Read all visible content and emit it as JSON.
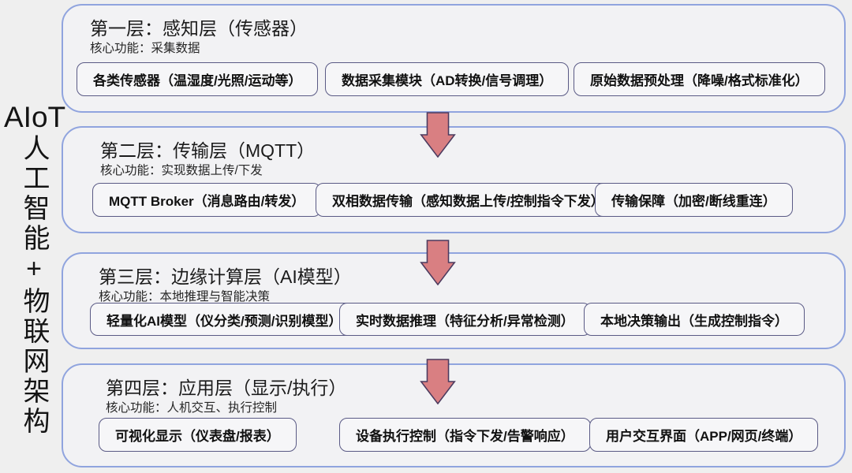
{
  "side_title": {
    "latin": "AIoT",
    "vertical": "人工智能+物联网架构"
  },
  "colors": {
    "background": "#EFEFEF",
    "layer_border": "#90A4DE",
    "box_border": "#5A5A85",
    "arrow_fill": "#D97F82",
    "arrow_border": "#4B3A5E"
  },
  "icons": {
    "down_arrow": "↓"
  },
  "layers": [
    {
      "title": "第一层：感知层（传感器）",
      "subtitle": "核心功能：采集数据",
      "boxes": [
        "各类传感器（温湿度/光照/运动等）",
        "数据采集模块（AD转换/信号调理）",
        "原始数据预处理（降噪/格式标准化）"
      ]
    },
    {
      "title": "第二层：传输层（MQTT）",
      "subtitle": "核心功能：实现数据上传/下发",
      "boxes": [
        "MQTT Broker（消息路由/转发）",
        "双相数据传输（感知数据上传/控制指令下发）",
        "传输保障（加密/断线重连）"
      ]
    },
    {
      "title": "第三层：边缘计算层（AI模型）",
      "subtitle": "核心功能：本地推理与智能决策",
      "boxes": [
        "轻量化AI模型（仪分类/预测/识别模型）",
        "实时数据推理（特征分析/异常检测）",
        "本地决策输出（生成控制指令）"
      ]
    },
    {
      "title": "第四层：应用层（显示/执行）",
      "subtitle": "核心功能：人机交互、执行控制",
      "boxes": [
        "可视化显示（仪表盘/报表）",
        "设备执行控制（指令下发/告警响应）",
        "用户交互界面（APP/网页/终端）"
      ]
    }
  ]
}
